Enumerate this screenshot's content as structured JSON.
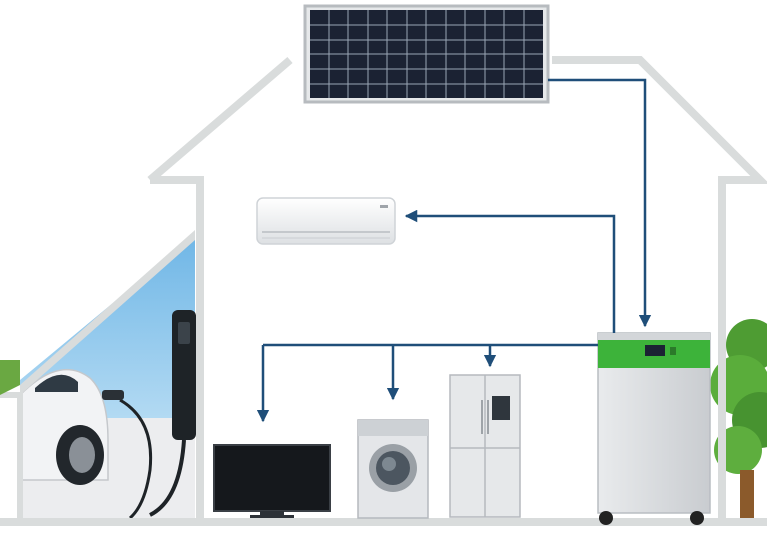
{
  "colors": {
    "house_outline": "#d9dcdc",
    "flow_line": "#1f4e79",
    "battery_accent": "#3db33a",
    "panel_cell": "#1b2233",
    "sky": "#8ec9ef",
    "tree": "#58a83a"
  },
  "diagram": {
    "nodes": [
      {
        "id": "solar-panel",
        "icon": "solar-panel-icon"
      },
      {
        "id": "battery",
        "icon": "battery-storage-icon"
      },
      {
        "id": "air-conditioner",
        "icon": "air-conditioner-icon"
      },
      {
        "id": "television",
        "icon": "tv-icon"
      },
      {
        "id": "washing-machine",
        "icon": "washing-machine-icon"
      },
      {
        "id": "refrigerator",
        "icon": "refrigerator-icon"
      },
      {
        "id": "ev-charger",
        "icon": "ev-charger-icon"
      },
      {
        "id": "electric-car",
        "icon": "car-icon"
      }
    ],
    "edges": [
      {
        "from": "solar-panel",
        "to": "battery"
      },
      {
        "from": "battery",
        "to": "air-conditioner"
      },
      {
        "from": "battery",
        "to": "television"
      },
      {
        "from": "battery",
        "to": "washing-machine"
      },
      {
        "from": "battery",
        "to": "refrigerator"
      }
    ]
  }
}
